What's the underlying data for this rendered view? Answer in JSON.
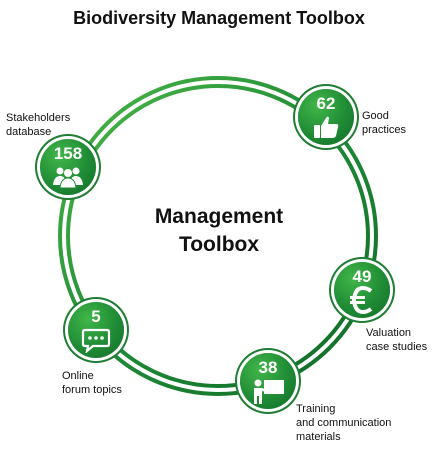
{
  "title": "Biodiversity Management Toolbox",
  "center_label": {
    "line1": "Management",
    "line2": "Toolbox"
  },
  "colors": {
    "ring": "#1f8b35",
    "node_light": "#41b649",
    "node_dark": "#106d28"
  },
  "nodes": [
    {
      "id": "stakeholders",
      "count": "158",
      "icon": "people-group-icon",
      "label_lines": [
        "Stakeholders",
        "database"
      ]
    },
    {
      "id": "good-practices",
      "count": "62",
      "icon": "thumbs-up-icon",
      "label_lines": [
        "Good",
        "practices"
      ]
    },
    {
      "id": "valuation",
      "count": "49",
      "icon": "euro-icon",
      "label_lines": [
        "Valuation",
        "case studies"
      ]
    },
    {
      "id": "training",
      "count": "38",
      "icon": "presenter-board-icon",
      "label_lines": [
        "Training",
        "and communication",
        "materials"
      ]
    },
    {
      "id": "forum",
      "count": "5",
      "icon": "chat-bubble-icon",
      "label_lines": [
        "Online",
        "forum topics"
      ]
    }
  ]
}
